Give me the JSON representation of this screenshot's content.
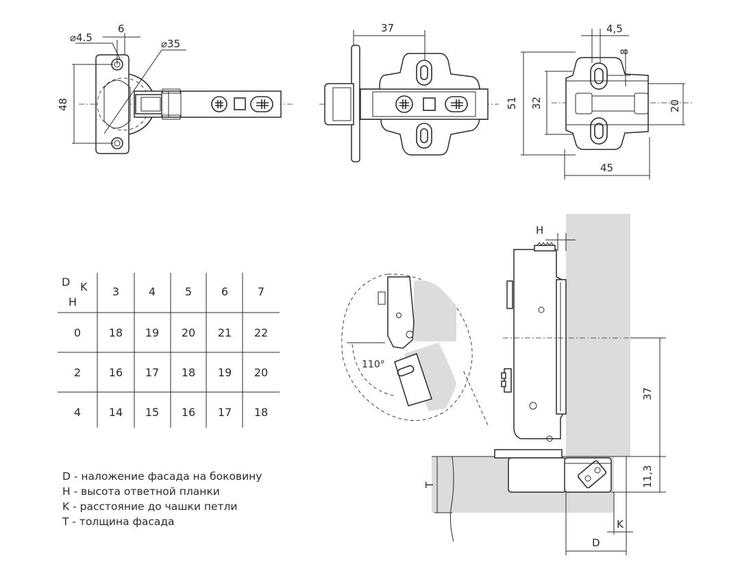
{
  "top_views": {
    "front": {
      "dia_small": "⌀4.5",
      "offset": "6",
      "dia_cup": "⌀35",
      "height": "48"
    },
    "side": {
      "depth": "37"
    },
    "plate": {
      "width_top": "4,5",
      "offset_top": "8",
      "height_outer": "51",
      "height_inner": "32",
      "height_right": "20",
      "width_bottom": "45"
    }
  },
  "table": {
    "corner_labels": {
      "d": "D",
      "k": "K",
      "h": "H"
    },
    "k_values": [
      "3",
      "4",
      "5",
      "6",
      "7"
    ],
    "rows": [
      {
        "h": "0",
        "d": [
          "18",
          "19",
          "20",
          "21",
          "22"
        ]
      },
      {
        "h": "2",
        "d": [
          "16",
          "17",
          "18",
          "19",
          "20"
        ]
      },
      {
        "h": "4",
        "d": [
          "14",
          "15",
          "16",
          "17",
          "18"
        ]
      }
    ]
  },
  "legend": [
    "D - наложение фасада на боковину",
    "H - высота ответной планки",
    "K - расстояние до чашки петли",
    "T - толщина фасада"
  ],
  "installation": {
    "h_label": "H",
    "angle": "110°",
    "dim_37": "37",
    "dim_11": "11,3",
    "t_label": "T",
    "k_label": "K",
    "d_label": "D"
  }
}
